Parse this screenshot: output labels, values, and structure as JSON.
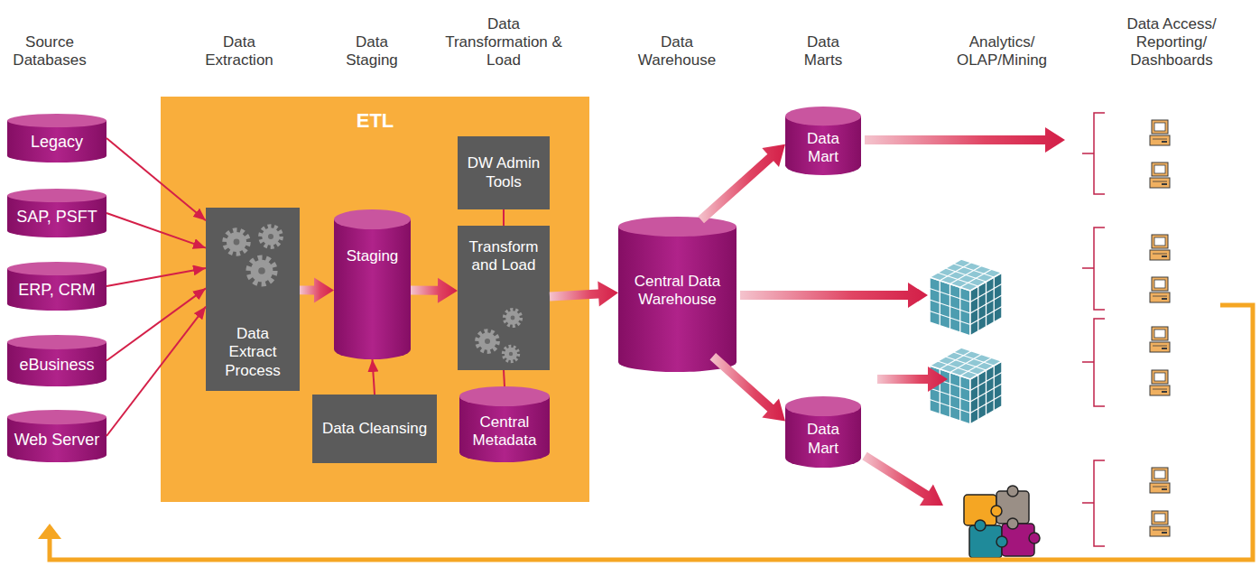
{
  "diagram": {
    "nodes": [
      {
        "text": [
          "Legacy"
        ]
      },
      {
        "text": [
          "SAP, PSFT"
        ]
      },
      {
        "text": [
          "ERP, CRM"
        ]
      },
      {
        "text": [
          "eBusiness"
        ]
      },
      {
        "text": [
          "Web Server"
        ]
      },
      {
        "text": [
          "ETL"
        ]
      },
      {
        "text": [
          "Data Extract Process"
        ],
        "in": 5
      },
      {
        "text": [
          "Staging"
        ],
        "in": 5
      },
      {
        "text": [
          "DW Admin Tools"
        ],
        "in": 5
      },
      {
        "text": [
          "Transform and Load"
        ],
        "in": 5
      },
      {
        "text": [
          "Data Cleansing"
        ],
        "in": 5
      },
      {
        "text": [
          "Central Metadata"
        ],
        "in": 5
      },
      {
        "text": [
          "Central Data Warehouse"
        ]
      },
      {
        "text": [
          "Data Mart"
        ]
      },
      {
        "text": [
          "Data Mart"
        ]
      }
    ],
    "edges": [
      {
        "from": 0,
        "to": 6,
        "arrow": "to"
      },
      {
        "from": 1,
        "to": 6,
        "arrow": "to"
      },
      {
        "from": 2,
        "to": 6,
        "arrow": "to"
      },
      {
        "from": 3,
        "to": 6,
        "arrow": "to"
      },
      {
        "from": 4,
        "to": 6,
        "arrow": "to"
      },
      {
        "from": 6,
        "to": 7,
        "arrow": "to"
      },
      {
        "from": 10,
        "to": 7,
        "arrow": "to"
      },
      {
        "from": 7,
        "to": 9,
        "arrow": "to"
      },
      {
        "from": 8,
        "to": 9,
        "arrow": "none"
      },
      {
        "from": 9,
        "to": 11,
        "arrow": "none"
      },
      {
        "from": 9,
        "to": 12,
        "arrow": "to"
      },
      {
        "from": 12,
        "to": 13,
        "arrow": "to"
      },
      {
        "from": 12,
        "to": 14,
        "arrow": "to"
      }
    ],
    "labels": [
      "Source Databases",
      "Data Extraction",
      "Data Staging",
      "Data Transformation & Load",
      "Data Warehouse",
      "Data Marts",
      "Analytics/ OLAP/Mining",
      "Data Access/ Reporting/ Dashboards"
    ]
  }
}
